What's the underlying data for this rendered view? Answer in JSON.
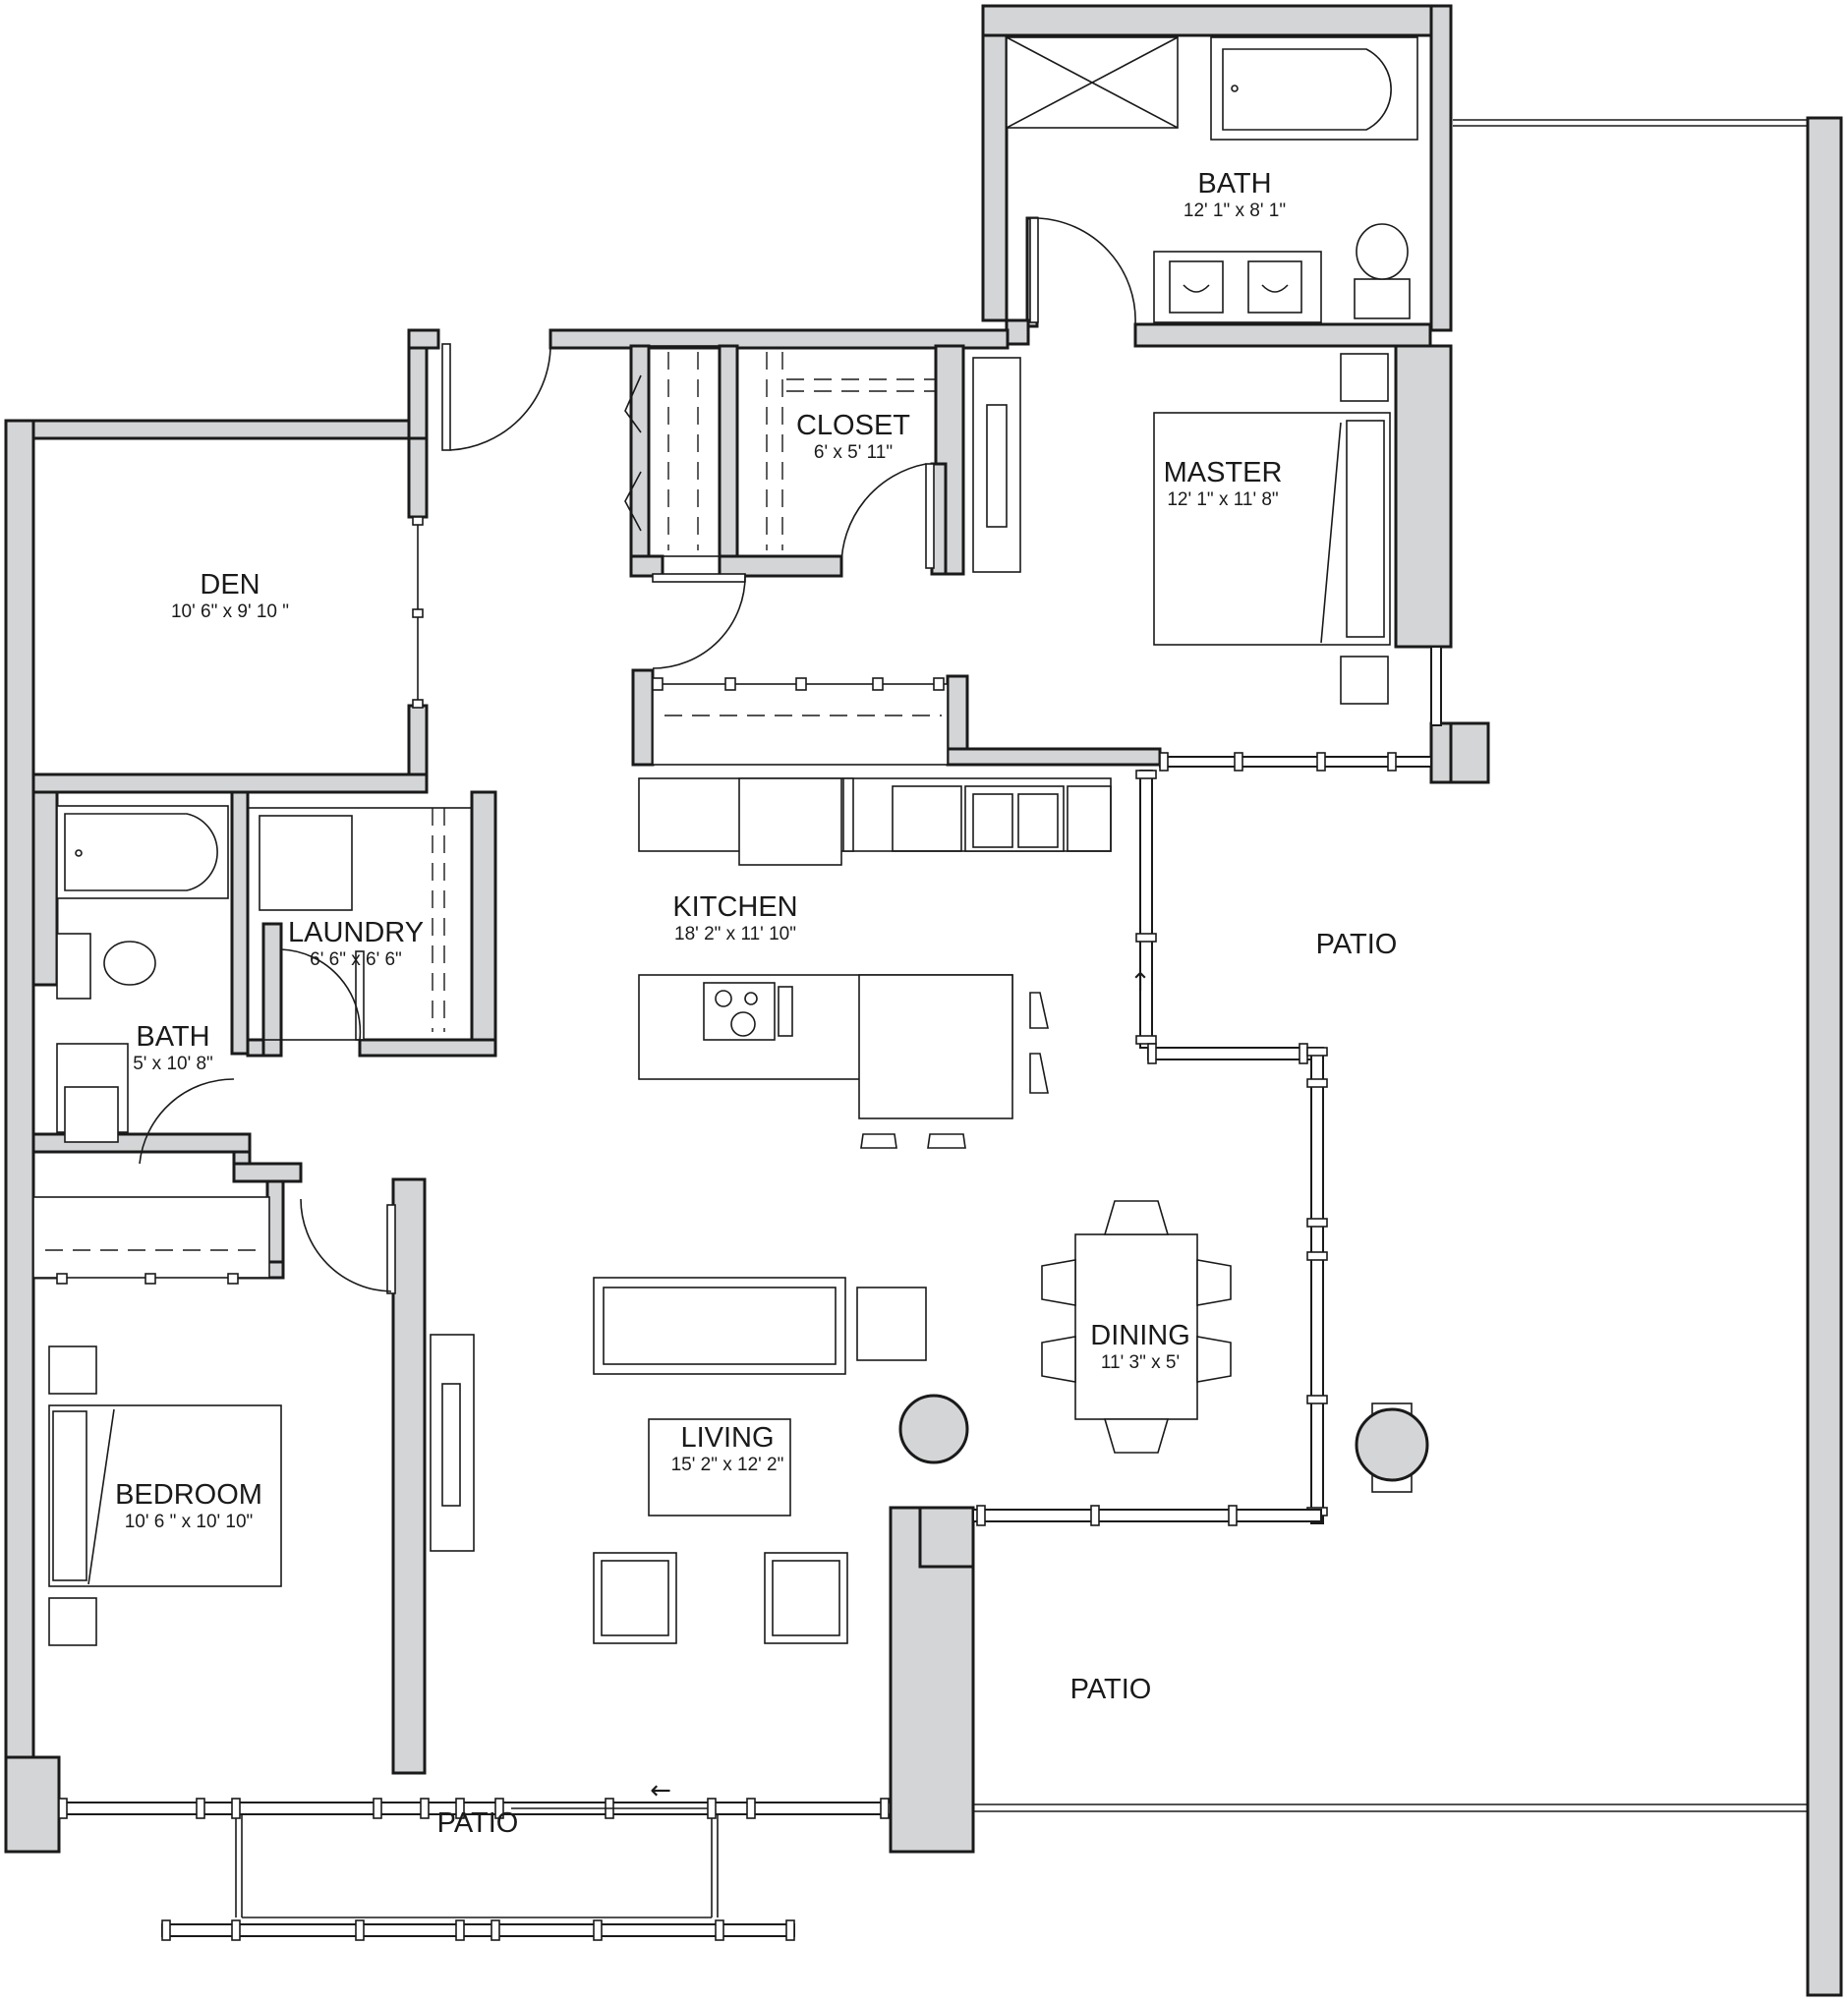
{
  "rooms": {
    "master_bath": {
      "name": "BATH",
      "dims": "12' 1\" x 8' 1\""
    },
    "closet": {
      "name": "CLOSET",
      "dims": "6' x 5' 11\""
    },
    "master": {
      "name": "MASTER",
      "dims": "12' 1\" x 11' 8\""
    },
    "den": {
      "name": "DEN",
      "dims": "10' 6\" x 9' 10 \""
    },
    "kitchen": {
      "name": "KITCHEN",
      "dims": "18' 2\" x 11' 10\""
    },
    "laundry": {
      "name": "LAUNDRY",
      "dims": "6' 6\" x 6' 6\""
    },
    "bath2": {
      "name": "BATH",
      "dims": "5' x 10' 8\""
    },
    "dining": {
      "name": "DINING",
      "dims": "11' 3\" x 5'"
    },
    "living": {
      "name": "LIVING",
      "dims": "15' 2\" x 12' 2\""
    },
    "bedroom": {
      "name": "BEDROOM",
      "dims": "10' 6 \" x 10' 10\""
    }
  },
  "patios": {
    "east": "PATIO",
    "south_east": "PATIO",
    "south": "PATIO"
  },
  "colors": {
    "wall": "#d4d5d7",
    "line": "#1a1a1a"
  },
  "icons": {
    "door_arrow": "arrow-icon"
  }
}
